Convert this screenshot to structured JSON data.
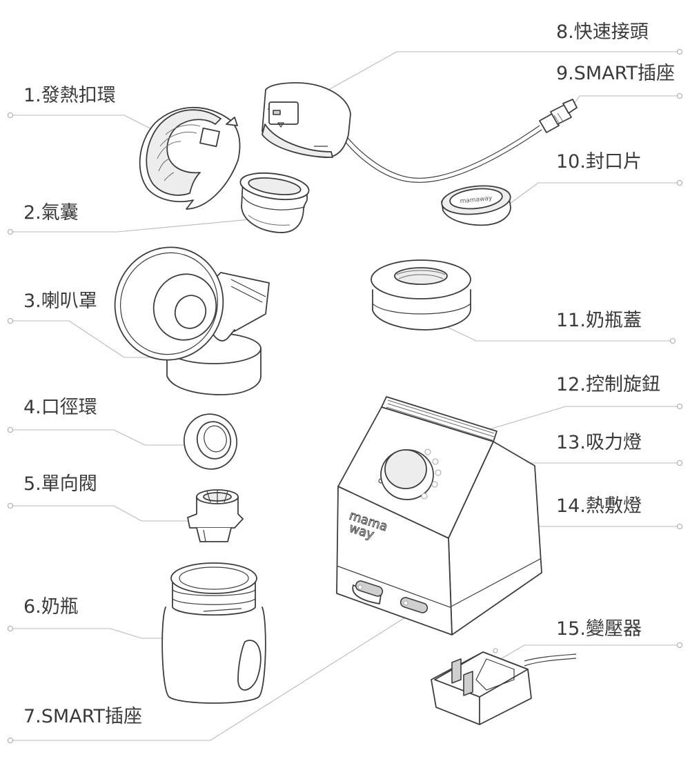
{
  "labels": [
    {
      "id": "l1",
      "text": "1.發熱扣環"
    },
    {
      "id": "l2",
      "text": "2.氣囊"
    },
    {
      "id": "l3",
      "text": "3.喇叭罩"
    },
    {
      "id": "l4",
      "text": "4.口徑環"
    },
    {
      "id": "l5",
      "text": "5.單向閥"
    },
    {
      "id": "l6",
      "text": "6.奶瓶"
    },
    {
      "id": "l7",
      "text": "7.SMART插座"
    },
    {
      "id": "l8",
      "text": "8.快速接頭"
    },
    {
      "id": "l9",
      "text": "9.SMART插座"
    },
    {
      "id": "l10",
      "text": "10.封口片"
    },
    {
      "id": "l11",
      "text": "11.奶瓶蓋"
    },
    {
      "id": "l12",
      "text": "12.控制旋鈕"
    },
    {
      "id": "l13",
      "text": "13.吸力燈"
    },
    {
      "id": "l14",
      "text": "14.熱敷燈"
    },
    {
      "id": "l15",
      "text": "15.變壓器"
    }
  ],
  "brand": {
    "line1": "mama",
    "line2": "way"
  },
  "seal_text": "mamaway"
}
